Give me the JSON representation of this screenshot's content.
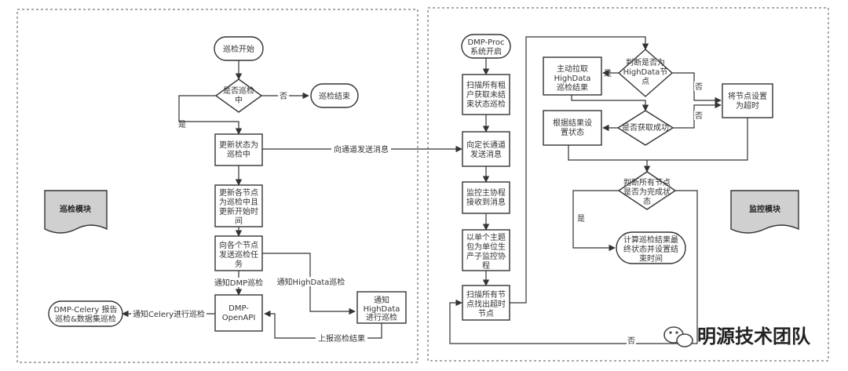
{
  "nodes": {
    "n1": "巡检开始",
    "n2": [
      "是否巡检",
      "中"
    ],
    "n3": "巡检结束",
    "n4": [
      "更新状态为",
      "巡检中"
    ],
    "n5": [
      "更新各节点",
      "为巡检中且",
      "更新开始时",
      "间"
    ],
    "n6": [
      "向各个节点",
      "发送巡检任",
      "务"
    ],
    "n7": [
      "DMP-",
      "OpenAPI"
    ],
    "n8": [
      "DMP-Celery 报告",
      "巡检&数据集巡检"
    ],
    "n9": [
      "通知",
      "HighData",
      "进行巡检"
    ],
    "doc_left": "巡检模块",
    "m1": [
      "DMP-Proc",
      "系统开启"
    ],
    "m2": [
      "扫描所有租",
      "户获取未结",
      "束状态巡检"
    ],
    "m3": [
      "向定长通道",
      "发送消息"
    ],
    "m4": [
      "监控主协程",
      "接收到消息"
    ],
    "m5": [
      "以单个主题",
      "包为单位生",
      "产子监控协",
      "程"
    ],
    "m6": [
      "扫描所有节",
      "点找出超时",
      "节点"
    ],
    "r1": [
      "判断是否为",
      "HighData节",
      "点"
    ],
    "r2": [
      "主动拉取",
      "HighData",
      "巡检结果"
    ],
    "r3": [
      "将节点设置",
      "为超时"
    ],
    "r4": "是否获取成功",
    "r5": [
      "根据结果设",
      "置状态"
    ],
    "r6": [
      "判断所有节点",
      "是否为完成状",
      "态"
    ],
    "r7": [
      "计算巡检结果最",
      "终状态并设置结",
      "束时间"
    ],
    "doc_right": "监控模块"
  },
  "edges": {
    "no_1": "否",
    "yes_1": "是",
    "send_channel": "向通道发送消息",
    "notify_dmp": "通知DMP巡检",
    "notify_highdata": "通知HighData巡检",
    "notify_celery": "通知Celery进行巡检",
    "report_result": "上报巡检结果",
    "yes_2": "是",
    "no_2": "否",
    "no_3": "否",
    "yes_3": "是",
    "no_4": "否"
  },
  "watermark": "明源技术团队",
  "colors": {
    "doc_fill": "#d0d0d0",
    "stroke": "#333333"
  }
}
